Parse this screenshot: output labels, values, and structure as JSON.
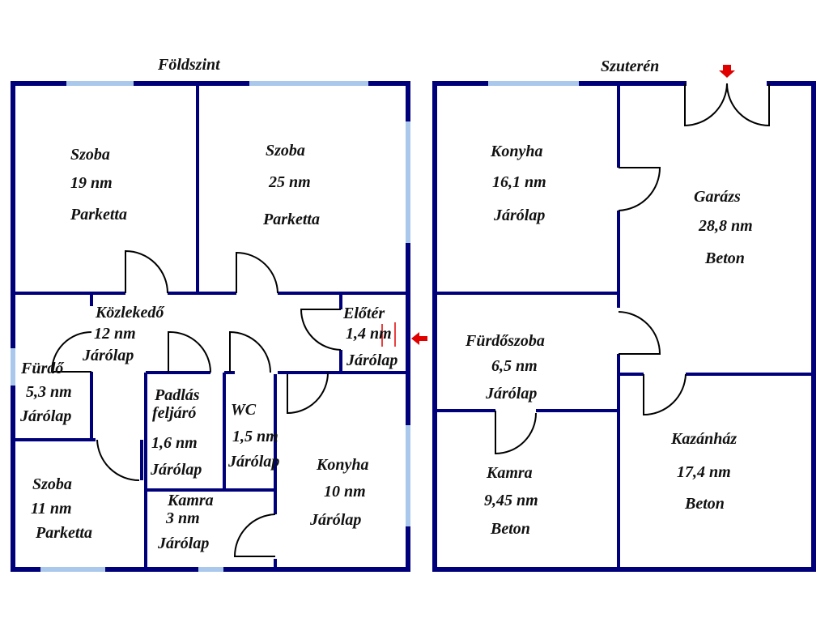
{
  "floors": [
    {
      "title": "Földszint",
      "rooms": [
        {
          "name": "Szoba",
          "area": "19 nm",
          "floor": "Parketta"
        },
        {
          "name": "Szoba",
          "area": "25 nm",
          "floor": "Parketta"
        },
        {
          "name": "Közlekedő",
          "area": "12 nm",
          "floor": "Járólap"
        },
        {
          "name": "Előtér",
          "area": "1,4 nm",
          "floor": "Járólap"
        },
        {
          "name": "Fürdő",
          "area": "5,3 nm",
          "floor": "Járólap"
        },
        {
          "name": "Padlás feljáró",
          "name1": "Padlás",
          "name2": "feljáró",
          "area": "1,6 nm",
          "floor": "Járólap"
        },
        {
          "name": "WC",
          "area": "1,5 nm",
          "floor": "Járólap"
        },
        {
          "name": "Konyha",
          "area": "10 nm",
          "floor": "Járólap"
        },
        {
          "name": "Szoba",
          "area": "11 nm",
          "floor": "Parketta"
        },
        {
          "name": "Kamra",
          "area": "3 nm",
          "floor": "Járólap"
        }
      ]
    },
    {
      "title": "Szuterén",
      "rooms": [
        {
          "name": "Konyha",
          "area": "16,1 nm",
          "floor": "Járólap"
        },
        {
          "name": "Garázs",
          "area": "28,8 nm",
          "floor": "Beton"
        },
        {
          "name": "Fürdőszoba",
          "area": "6,5 nm",
          "floor": "Járólap"
        },
        {
          "name": "Kamra",
          "area": "9,45 nm",
          "floor": "Beton"
        },
        {
          "name": "Kazánház",
          "area": "17,4 nm",
          "floor": "Beton"
        }
      ]
    }
  ],
  "colors": {
    "wall": "#00007a",
    "window": "#a9c8ec",
    "entrance_arrow": "#e00000"
  }
}
